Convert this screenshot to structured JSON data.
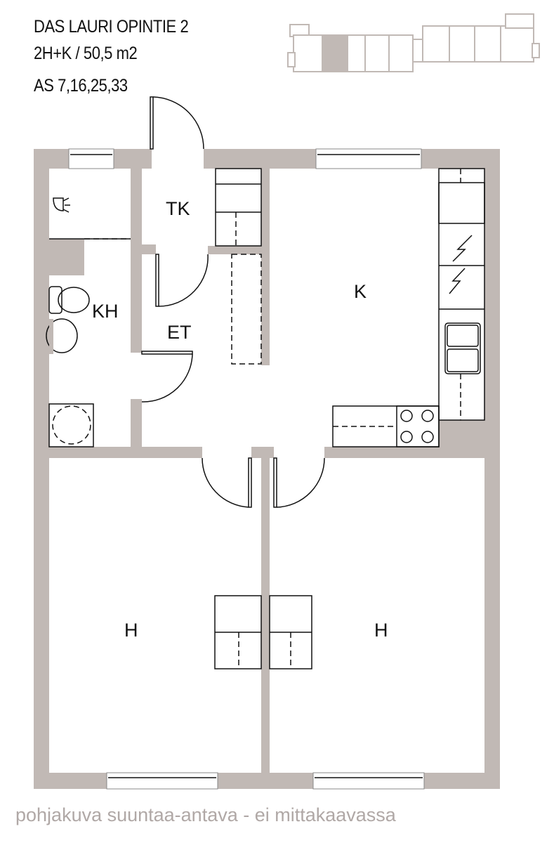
{
  "header": {
    "line1": "DAS LAURI OPINTIE 2",
    "line2": "2H+K / 50,5 m2",
    "line3": "AS 7,16,25,33"
  },
  "rooms": {
    "tk": "TK",
    "kh": "KH",
    "et": "ET",
    "k": "K",
    "h1": "H",
    "h2": "H"
  },
  "footer": "pohjakuva suuntaa-antava - ei mittakaavassa",
  "colors": {
    "wall": "#c1b9b5",
    "highlight": "#c1b9b5",
    "footer": "#b0a8a6"
  }
}
